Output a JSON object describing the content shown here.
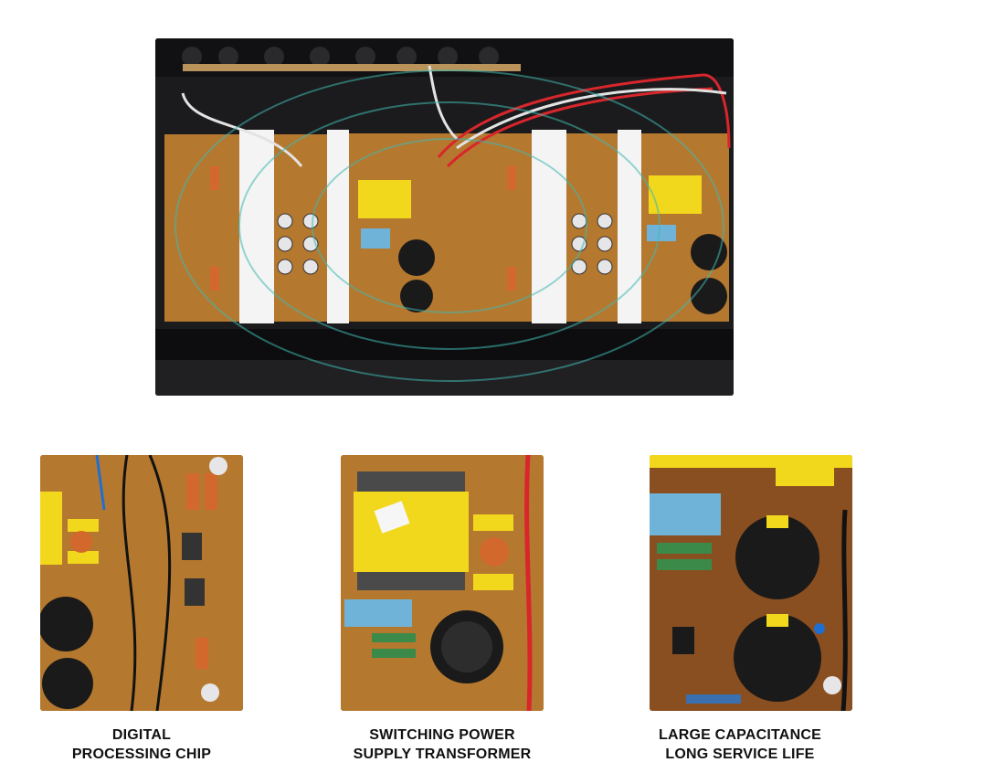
{
  "captions": [
    {
      "line1": "DIGITAL",
      "line2": "PROCESSING CHIP"
    },
    {
      "line1": "SWITCHING POWER",
      "line2": "SUPPLY TRANSFORMER"
    },
    {
      "line1": "LARGE CAPACITANCE",
      "line2": "LONG SERVICE LIFE"
    }
  ],
  "colors": {
    "chassis": "#1b1b1d",
    "pcb": "#b5782f",
    "transformer": "#f2d81c",
    "capacitor_blue": "#6fb4d8",
    "wire_red": "#d8262b",
    "glow": "#3fb8b0"
  }
}
